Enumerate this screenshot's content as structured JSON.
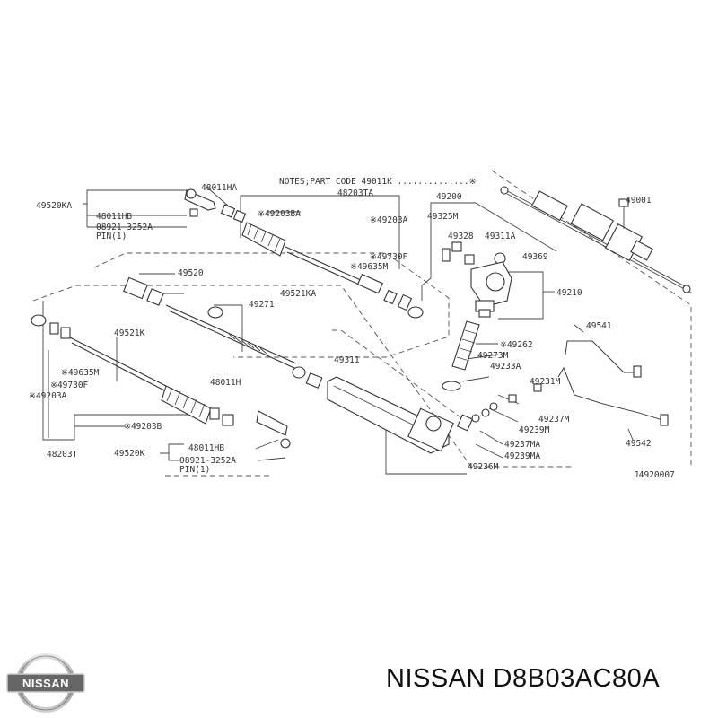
{
  "diagram": {
    "notes_text": "NOTES;PART CODE  49011K ..............※",
    "ref_code": "J4920007",
    "labels": {
      "l49520KA": "49520KA",
      "l48011HA": "48011HA",
      "l48011HB_top": "48011HB",
      "l08921_top": "08921-3252A",
      "pin_top": "PIN(1)",
      "l48203TA": "48203TA",
      "l49203BA": "※49203BA",
      "l49203A_top": "※49203A",
      "l49200": "49200",
      "l49325M": "49325M",
      "l49328": "49328",
      "l49311A": "49311A",
      "l49369": "49369",
      "l49001": "49001",
      "l49730F_top": "※49730F",
      "l49635M_top": "※49635M",
      "l49521KA": "49521KA",
      "l49520": "49520",
      "l49210": "49210",
      "l49271": "49271",
      "l49541": "49541",
      "l49262": "※49262",
      "l49273M": "49273M",
      "l49233A": "49233A",
      "l49231M": "49231M",
      "l49237M": "49237M",
      "l49239M": "49239M",
      "l49237MA": "49237MA",
      "l49239MA": "49239MA",
      "l49236M": "49236M",
      "l49542": "49542",
      "l49521K": "49521K",
      "l49311": "49311",
      "l49635M_bot": "※49635M",
      "l49730F_bot": "※49730F",
      "l49203A_bot": "※49203A",
      "l48011H": "48011H",
      "l49203B": "※49203B",
      "l48203T": "48203T",
      "l49520K": "49520K",
      "l48011HB_bot": "48011HB",
      "l08921_bot": "08921-3252A",
      "pin_bot": "PIN(1)"
    }
  },
  "footer": {
    "brand_logo_text": "NISSAN",
    "part_number": "NISSAN D8B03AC80A"
  }
}
